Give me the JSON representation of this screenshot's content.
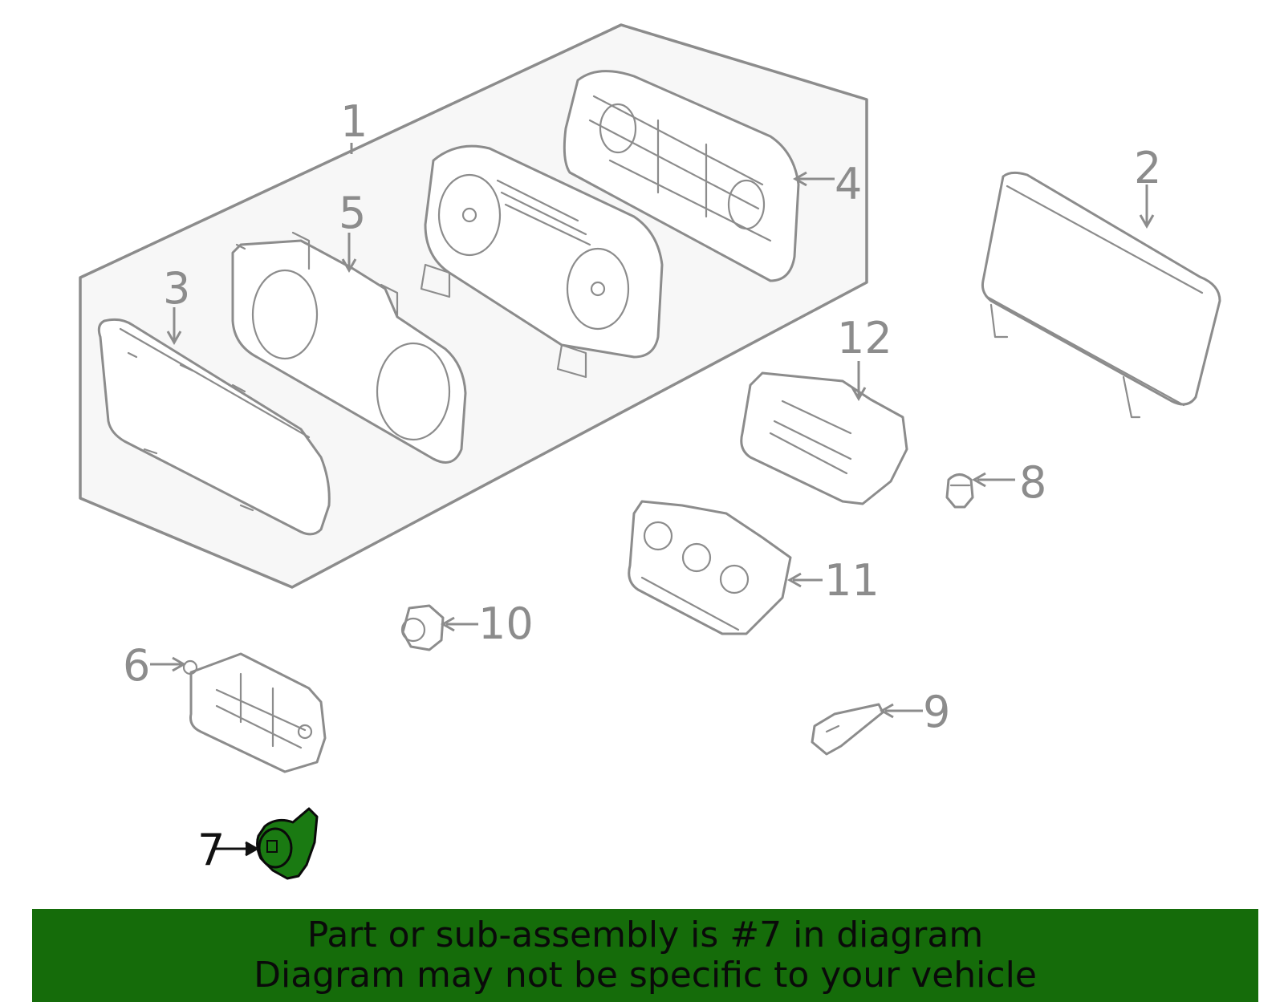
{
  "diagram": {
    "highlight_part": "7",
    "callouts": [
      {
        "id": "1",
        "label": "1"
      },
      {
        "id": "2",
        "label": "2"
      },
      {
        "id": "3",
        "label": "3"
      },
      {
        "id": "4",
        "label": "4"
      },
      {
        "id": "5",
        "label": "5"
      },
      {
        "id": "6",
        "label": "6"
      },
      {
        "id": "7",
        "label": "7"
      },
      {
        "id": "8",
        "label": "8"
      },
      {
        "id": "9",
        "label": "9"
      },
      {
        "id": "10",
        "label": "10"
      },
      {
        "id": "11",
        "label": "11"
      },
      {
        "id": "12",
        "label": "12"
      }
    ],
    "colors": {
      "line": "#8c8c8c",
      "highlight_fill": "#1a7a12",
      "banner_bg": "#156c0a",
      "banner_text": "#0a0a0a"
    }
  },
  "banner": {
    "line1": "Part or sub-assembly is #7 in diagram",
    "line2": "Diagram may not be specific to your vehicle"
  }
}
